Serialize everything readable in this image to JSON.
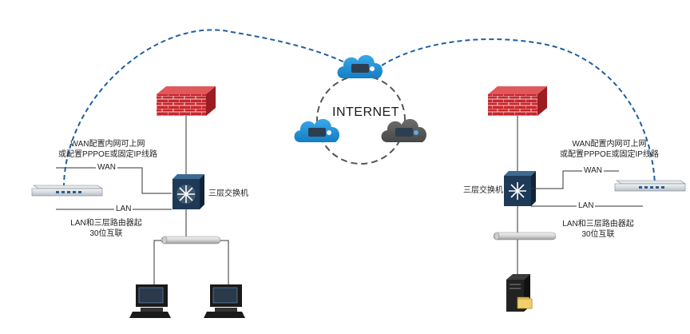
{
  "internet": {
    "label": "INTERNET"
  },
  "left_site": {
    "router_note_line1": "WAN配置内网可上网",
    "router_note_line2": "或配置PPPOE或固定IP线路",
    "wan_label": "WAN",
    "lan_label": "LAN",
    "switch_label": "三层交换机",
    "lan_note_line1": "LAN和三层路由器起",
    "lan_note_line2": "30位互联"
  },
  "right_site": {
    "router_note_line1": "WAN配置内网可上网",
    "router_note_line2": "或配置PPPOE或固定IP线路",
    "wan_label": "WAN",
    "lan_label": "LAN",
    "switch_label": "三层交换机",
    "lan_note_line1": "LAN和三层路由器起",
    "lan_note_line2": "30位互联"
  },
  "colors": {
    "tunnel": "#1f5fa0",
    "firewall": "#c0272d",
    "cloud_blue": "#1b8fd6",
    "cloud_gray": "#595959",
    "switch": "#1f3a55"
  }
}
